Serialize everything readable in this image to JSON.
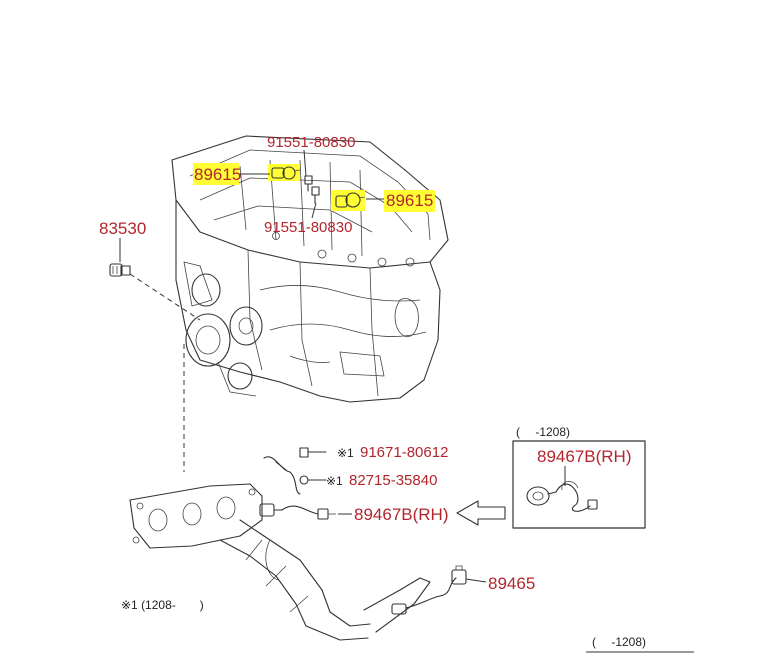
{
  "parts": {
    "bolt_top": "91551-80830",
    "bolt_bottom": "91551-80830",
    "cam_sensor_left": "89615",
    "cam_sensor_right": "89615",
    "oil_pressure_switch": "83530",
    "clamp": "91671-80612",
    "bracket": "82715-35840",
    "o2_sensor_rh": "89467B(RH)",
    "o2_sensor_rh_inset": "89467B(RH)",
    "o2_sensor_rear": "89465"
  },
  "marks": {
    "ref_mark": "※1",
    "ref_mark_2": "※1"
  },
  "notes": {
    "inset_range": "(　 -1208)",
    "footnote": "※1 (1208-　　)",
    "bottom_range": "(　 -1208)"
  },
  "colors": {
    "label": "#b3262e",
    "highlight": "#ffff33",
    "line": "#333333"
  }
}
